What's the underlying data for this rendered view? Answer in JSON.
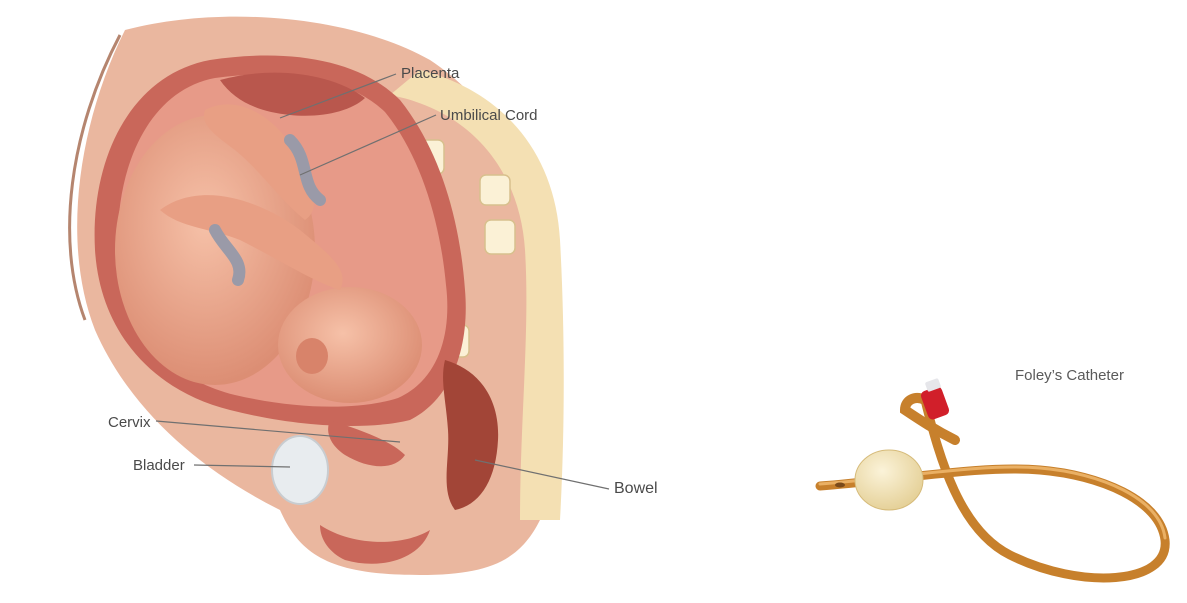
{
  "labels": {
    "placenta": "Placenta",
    "umbilical_cord": "Umbilical Cord",
    "cervix": "Cervix",
    "bladder": "Bladder",
    "bowel": "Bowel",
    "foley": "Foley’s Catheter"
  },
  "colors": {
    "skin": "#eab79f",
    "uterus_wall": "#c9675a",
    "placenta": "#b9574d",
    "fetus": "#eca187",
    "cord": "#9a9aa8",
    "spine_fat": "#f4e0b3",
    "bowel": "#a24537",
    "catheter": "#d9923a",
    "balloon": "#f2e3b4",
    "valve": "#d11f2a",
    "leader_line": "#707070"
  }
}
